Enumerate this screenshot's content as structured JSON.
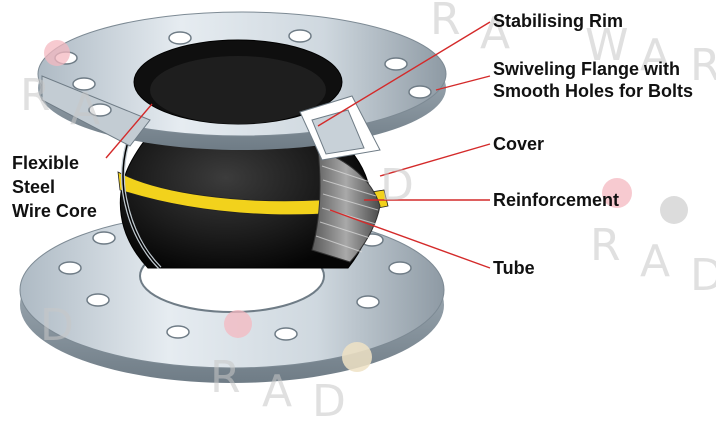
{
  "labels": {
    "stabilising_rim": "Stabilising Rim",
    "swivel_line1": "Swiveling Flange with",
    "swivel_line2": "Smooth Holes for Bolts",
    "cover": "Cover",
    "reinforcement": "Reinforcement",
    "tube": "Tube",
    "core_line1": "Flexible",
    "core_line2": "Steel",
    "core_line3": "Wire Core"
  },
  "watermark": {
    "brand": "RADWAR",
    "colors": {
      "pink": "#f4b8c0",
      "grey": "#d6d6d6",
      "beige": "#efe2c4"
    }
  },
  "colors": {
    "leader_line": "#d42a2a",
    "flange_light": "#dfe6ec",
    "flange_mid": "#aebac4",
    "flange_dark": "#7d8a94",
    "rubber": "#1a1a1a",
    "band": "#f2d21c"
  }
}
